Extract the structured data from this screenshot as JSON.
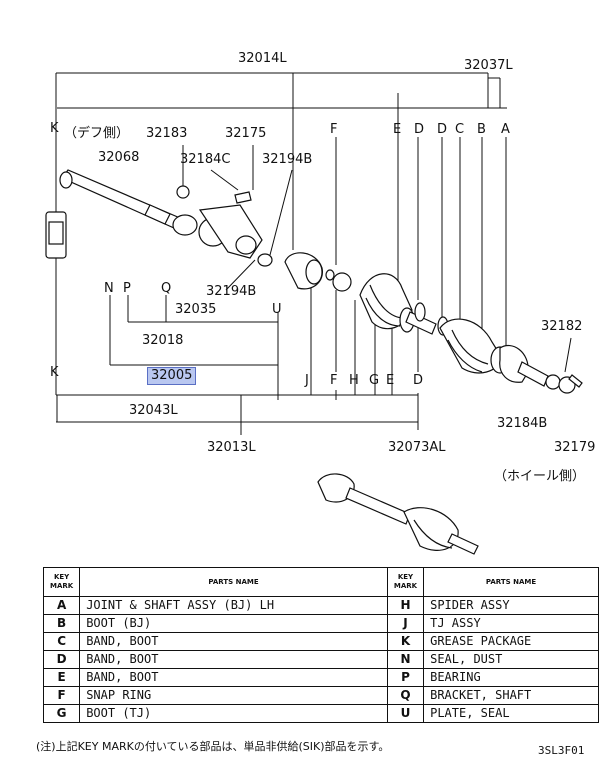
{
  "diagram": {
    "callouts": {
      "c32014L": "32014L",
      "c32037L": "32037L",
      "k_top": "K",
      "c_def": "（デフ側）",
      "c32183": "32183",
      "c32175": "32175",
      "c32068": "32068",
      "c32184C": "32184C",
      "c32194B_1": "32194B",
      "f_top": "F",
      "e_top": "E",
      "d_top1": "D",
      "d_top2": "D",
      "c_top": "C",
      "b_top": "B",
      "a_top": "A",
      "n_mid": "N",
      "p_mid": "P",
      "q_mid": "Q",
      "c32194B_2": "32194B",
      "c32035": "32035",
      "u_mid": "U",
      "c32018": "32018",
      "k_bot": "K",
      "c32005": "32005",
      "j_bot": "J",
      "f_bot": "F",
      "h_bot": "H",
      "g_bot": "G",
      "e_bot": "E",
      "d_bot": "D",
      "c32182": "32182",
      "c32184B": "32184B",
      "c32179": "32179",
      "c32043L": "32043L",
      "c32013L": "32013L",
      "c32073AL": "32073AL",
      "c_wheel": "（ホイール側）"
    }
  },
  "table": {
    "header": {
      "key": "KEY MARK",
      "name": "PARTS NAME"
    },
    "left": [
      {
        "k": "A",
        "n": "JOINT & SHAFT ASSY (BJ) LH"
      },
      {
        "k": "B",
        "n": "BOOT (BJ)"
      },
      {
        "k": "C",
        "n": "BAND, BOOT"
      },
      {
        "k": "D",
        "n": "BAND, BOOT"
      },
      {
        "k": "E",
        "n": "BAND, BOOT"
      },
      {
        "k": "F",
        "n": "SNAP RING"
      },
      {
        "k": "G",
        "n": "BOOT (TJ)"
      }
    ],
    "right": [
      {
        "k": "H",
        "n": "SPIDER ASSY"
      },
      {
        "k": "J",
        "n": "TJ ASSY"
      },
      {
        "k": "K",
        "n": "GREASE PACKAGE"
      },
      {
        "k": "N",
        "n": "SEAL, DUST"
      },
      {
        "k": "P",
        "n": "BEARING"
      },
      {
        "k": "Q",
        "n": "BRACKET, SHAFT"
      },
      {
        "k": "U",
        "n": "PLATE, SEAL"
      }
    ]
  },
  "note": "(注)上記KEY MARKの付いている部品は、単品非供給(SIK)部品を示す。",
  "code": "3SL3F01"
}
